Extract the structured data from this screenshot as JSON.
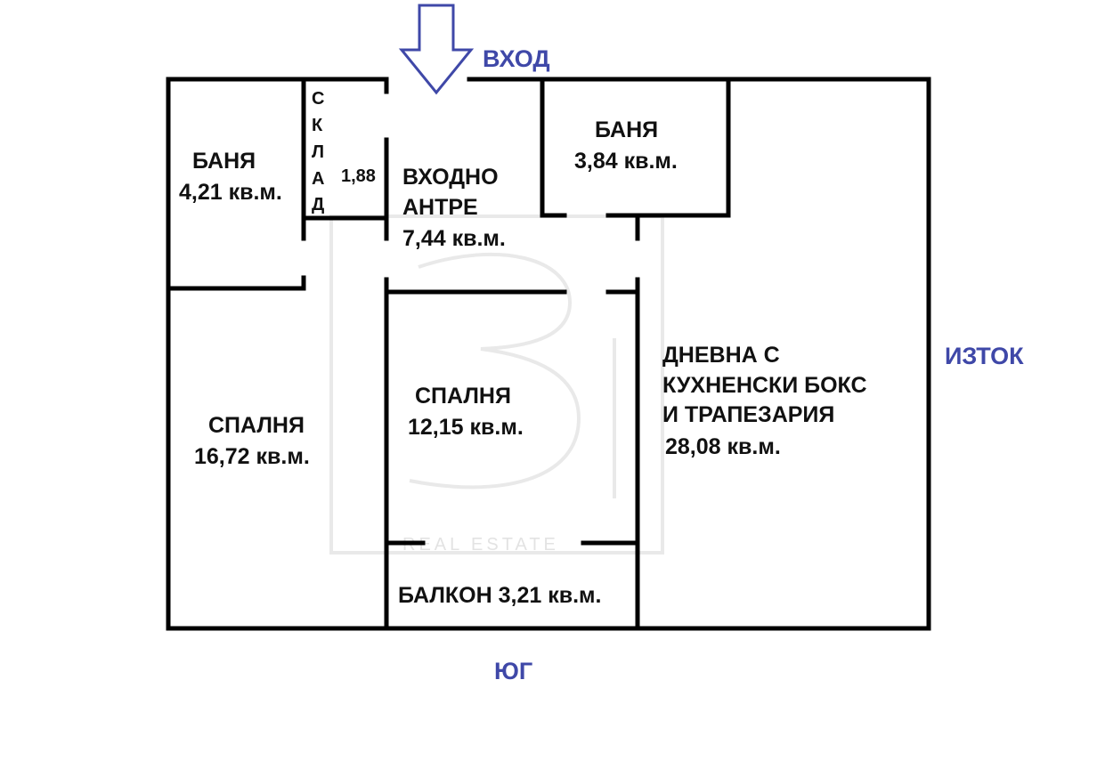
{
  "colors": {
    "wall": "#000000",
    "label": "#111111",
    "compass": "#3f48a8",
    "arrow": "#3f48a8",
    "watermark": "#e9e9e9"
  },
  "compass": {
    "entrance": "ВХОД",
    "east": "ИЗТОК",
    "south": "ЮГ"
  },
  "watermark": {
    "text": "REAL ESTATE"
  },
  "rooms": {
    "bath_left": {
      "name": "БАНЯ",
      "area": "4,21 кв.м."
    },
    "storage": {
      "letters": [
        "С",
        "К",
        "Л",
        "А",
        "Д"
      ],
      "area": "1,88"
    },
    "entry_hall": {
      "line1": "ВХОДНО",
      "line2": "АНТРЕ",
      "area": "7,44 кв.м."
    },
    "bath_right": {
      "name": "БАНЯ",
      "area": "3,84 кв.м."
    },
    "bedroom_left": {
      "name": "СПАЛНЯ",
      "area": "16,72 кв.м."
    },
    "bedroom_middle": {
      "name": "СПАЛНЯ",
      "area": "12,15 кв.м."
    },
    "living": {
      "line1": "ДНЕВНА С",
      "line2": "КУХНЕНСКИ БОКС",
      "line3": "И ТРАПЕЗАРИЯ",
      "area": "28,08 кв.м."
    },
    "balcony": {
      "label": "БАЛКОН 3,21 кв.м."
    }
  }
}
